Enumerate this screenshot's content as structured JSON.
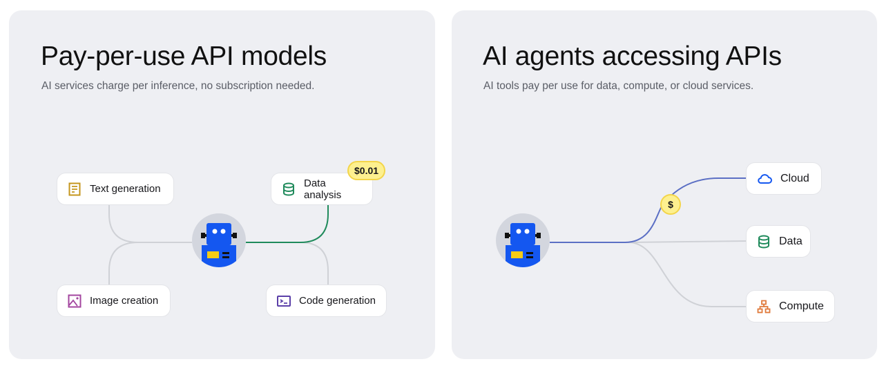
{
  "left": {
    "title": "Pay-per-use API models",
    "subtitle": "AI services charge per inference, no subscription needed.",
    "nodes": {
      "text": "Text generation",
      "data": "Data analysis",
      "image": "Image creation",
      "code": "Code generation"
    },
    "price_badge": "$0.01"
  },
  "right": {
    "title": "AI agents accessing APIs",
    "subtitle": "AI tools pay per use for data, compute, or cloud services.",
    "nodes": {
      "cloud": "Cloud",
      "data": "Data",
      "compute": "Compute"
    },
    "coin": "$"
  },
  "colors": {
    "green": "#1f8a5b",
    "blue": "#5b6fc4",
    "gray": "#cfd1d6",
    "robot": "#1457f0",
    "yellow": "#f5cc16"
  }
}
